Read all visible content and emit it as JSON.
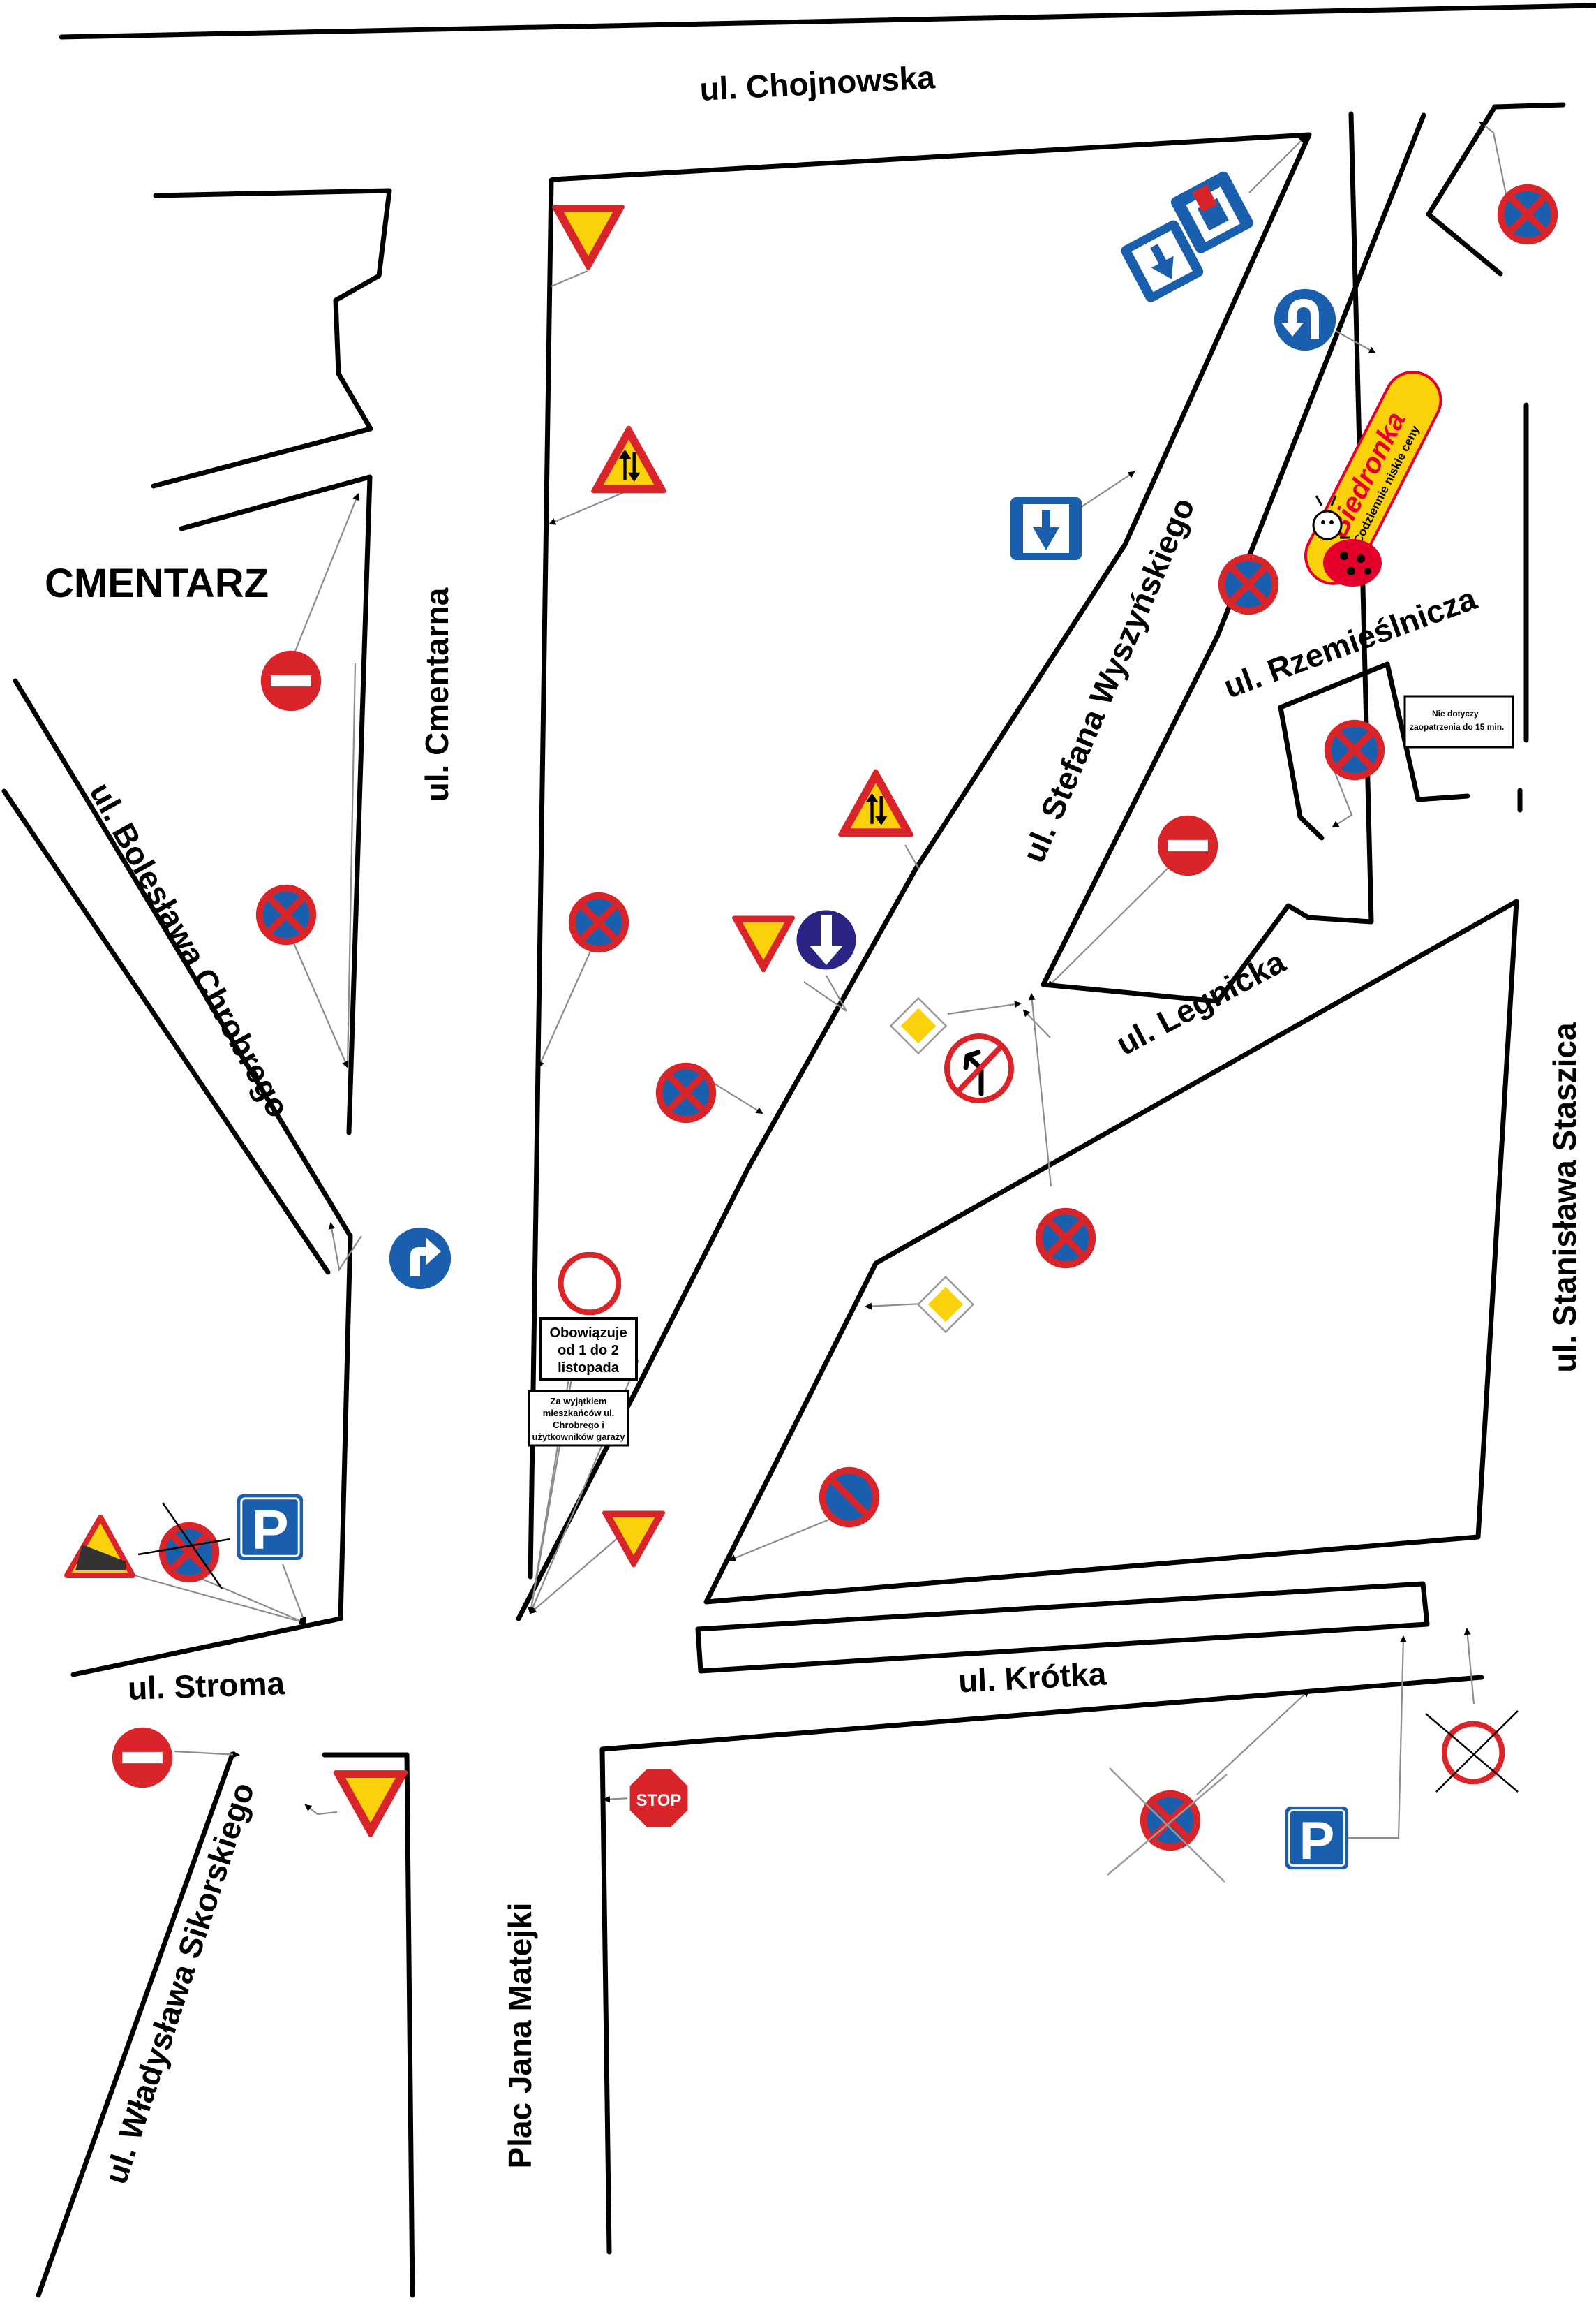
{
  "streets": {
    "chojnowska": "ul. Chojnowska",
    "cmentarna": "ul. Cmentarna",
    "chrobrego": "ul. Bolesława Chrobrego",
    "wyszynskiego": "ul. Stefana Wyszyńskiego",
    "rzemieslnicza": "ul. Rzemieślnicza",
    "legnicka": "ul. Legnicka",
    "staszica": "ul. Stanisława Staszica",
    "stroma": "ul. Stroma",
    "krotka": "ul. Krótka",
    "sikorskiego": "ul. Władysława Sikorskiego",
    "matejki": "Plac Jana Matejki"
  },
  "labels": {
    "cemetery": "CMENTARZ"
  },
  "plates": {
    "date_1": "Obowiązuje",
    "date_2": "od 1 do 2",
    "date_3": "listopada",
    "res_1": "Za wyjątkiem",
    "res_2": "mieszkańców ul.",
    "res_3": "Chrobrego i",
    "res_4": "użytkowników garaży",
    "supply_1": "Nie dotyczy",
    "supply_2": "zaopatrzenia do 15 min."
  },
  "signs": {
    "parking": "P",
    "stop": "STOP",
    "shop_name": "Biedronka",
    "shop_slogan": "Codziennie niskie ceny"
  },
  "colors": {
    "sign_red": "#d9242a",
    "sign_blue": "#1a5fad",
    "sign_yellow": "#fbd10b",
    "mandatory_blue": "#2a2585"
  },
  "icons": [
    "give-way-icon",
    "two-way-traffic-icon",
    "no-entry-icon",
    "no-stopping-icon",
    "no-parking-icon",
    "parking-icon",
    "one-way-icon",
    "priority-road-icon",
    "no-vehicles-icon",
    "stop-icon",
    "turn-right-icon",
    "u-turn-icon",
    "no-left-turn-icon",
    "steep-hill-icon",
    "mandatory-straight-icon",
    "dead-end-icon"
  ]
}
